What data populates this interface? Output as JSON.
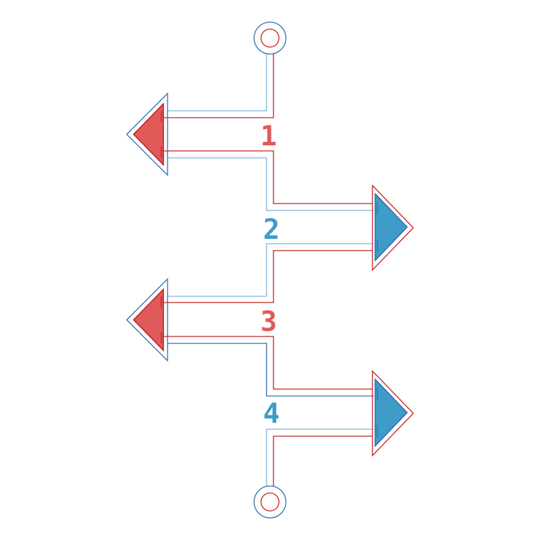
{
  "colors": {
    "red": "#c81e1e",
    "red_fill": "#e05a5a",
    "blue": "#2f6fb0",
    "blue_light": "#7fb4d9",
    "blue_fill": "#3f9cc8",
    "background": "#ffffff"
  },
  "icons": {
    "terminal": "terminal-circle-icon",
    "arrow_left": "arrow-left-icon",
    "arrow_right": "arrow-right-icon"
  },
  "labels": {
    "loop1": "1",
    "loop2": "2",
    "loop3": "3",
    "loop4": "4"
  }
}
